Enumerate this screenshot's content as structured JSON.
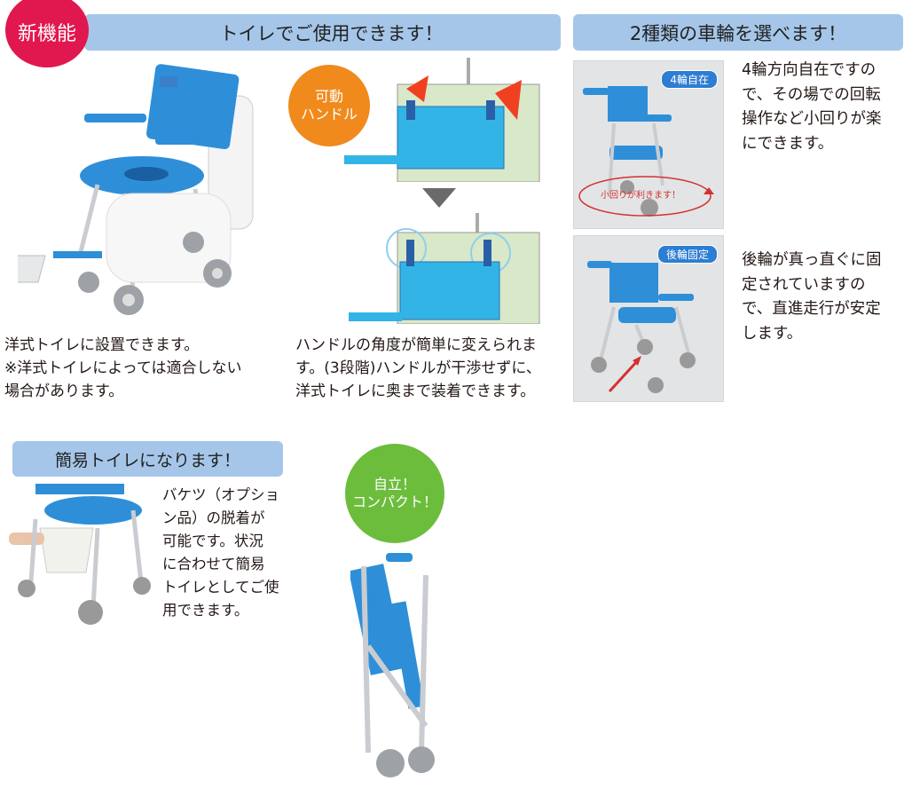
{
  "section1": {
    "badge": "新機能",
    "title": "トイレでご使用できます！",
    "handle_badge": [
      "可動",
      "ハンドル"
    ],
    "left_text": [
      "洋式トイレに設置できます。",
      "※洋式トイレによっては適合しない",
      "場合があります。"
    ],
    "middle_text": [
      "ハンドルの角度が簡単に変えられま",
      "す。(3段階)ハンドルが干渉せずに、",
      "洋式トイレに奥まで装着できます。"
    ]
  },
  "section2": {
    "title": "2種類の車輪を選べます！",
    "options": [
      {
        "badge": "4輪自在",
        "caption": "小回りが利きます！",
        "text": [
          "4輪方向自在ですの",
          "で、その場での回転",
          "操作など小回りが楽",
          "にできます。"
        ]
      },
      {
        "badge": "後輪固定",
        "text": [
          "後輪が真っ直ぐに固",
          "定されていますの",
          "で、直進走行が安定",
          "します。"
        ]
      }
    ]
  },
  "section3": {
    "title": "簡易トイレになります！",
    "text": [
      "バケツ（オプショ",
      "ン品）の脱着が",
      "可能です。状況",
      "に合わせて簡易",
      "トイレとしてご使",
      "用できます。"
    ]
  },
  "section4": {
    "badge": [
      "自立！",
      "コンパクト！"
    ]
  },
  "colors": {
    "new_badge": "#e0184f",
    "header_bar": "#a5c6e8",
    "handle_badge": "#f08a1c",
    "compact_badge": "#6cbd3c",
    "seat_blue": "#2e8fd8"
  }
}
